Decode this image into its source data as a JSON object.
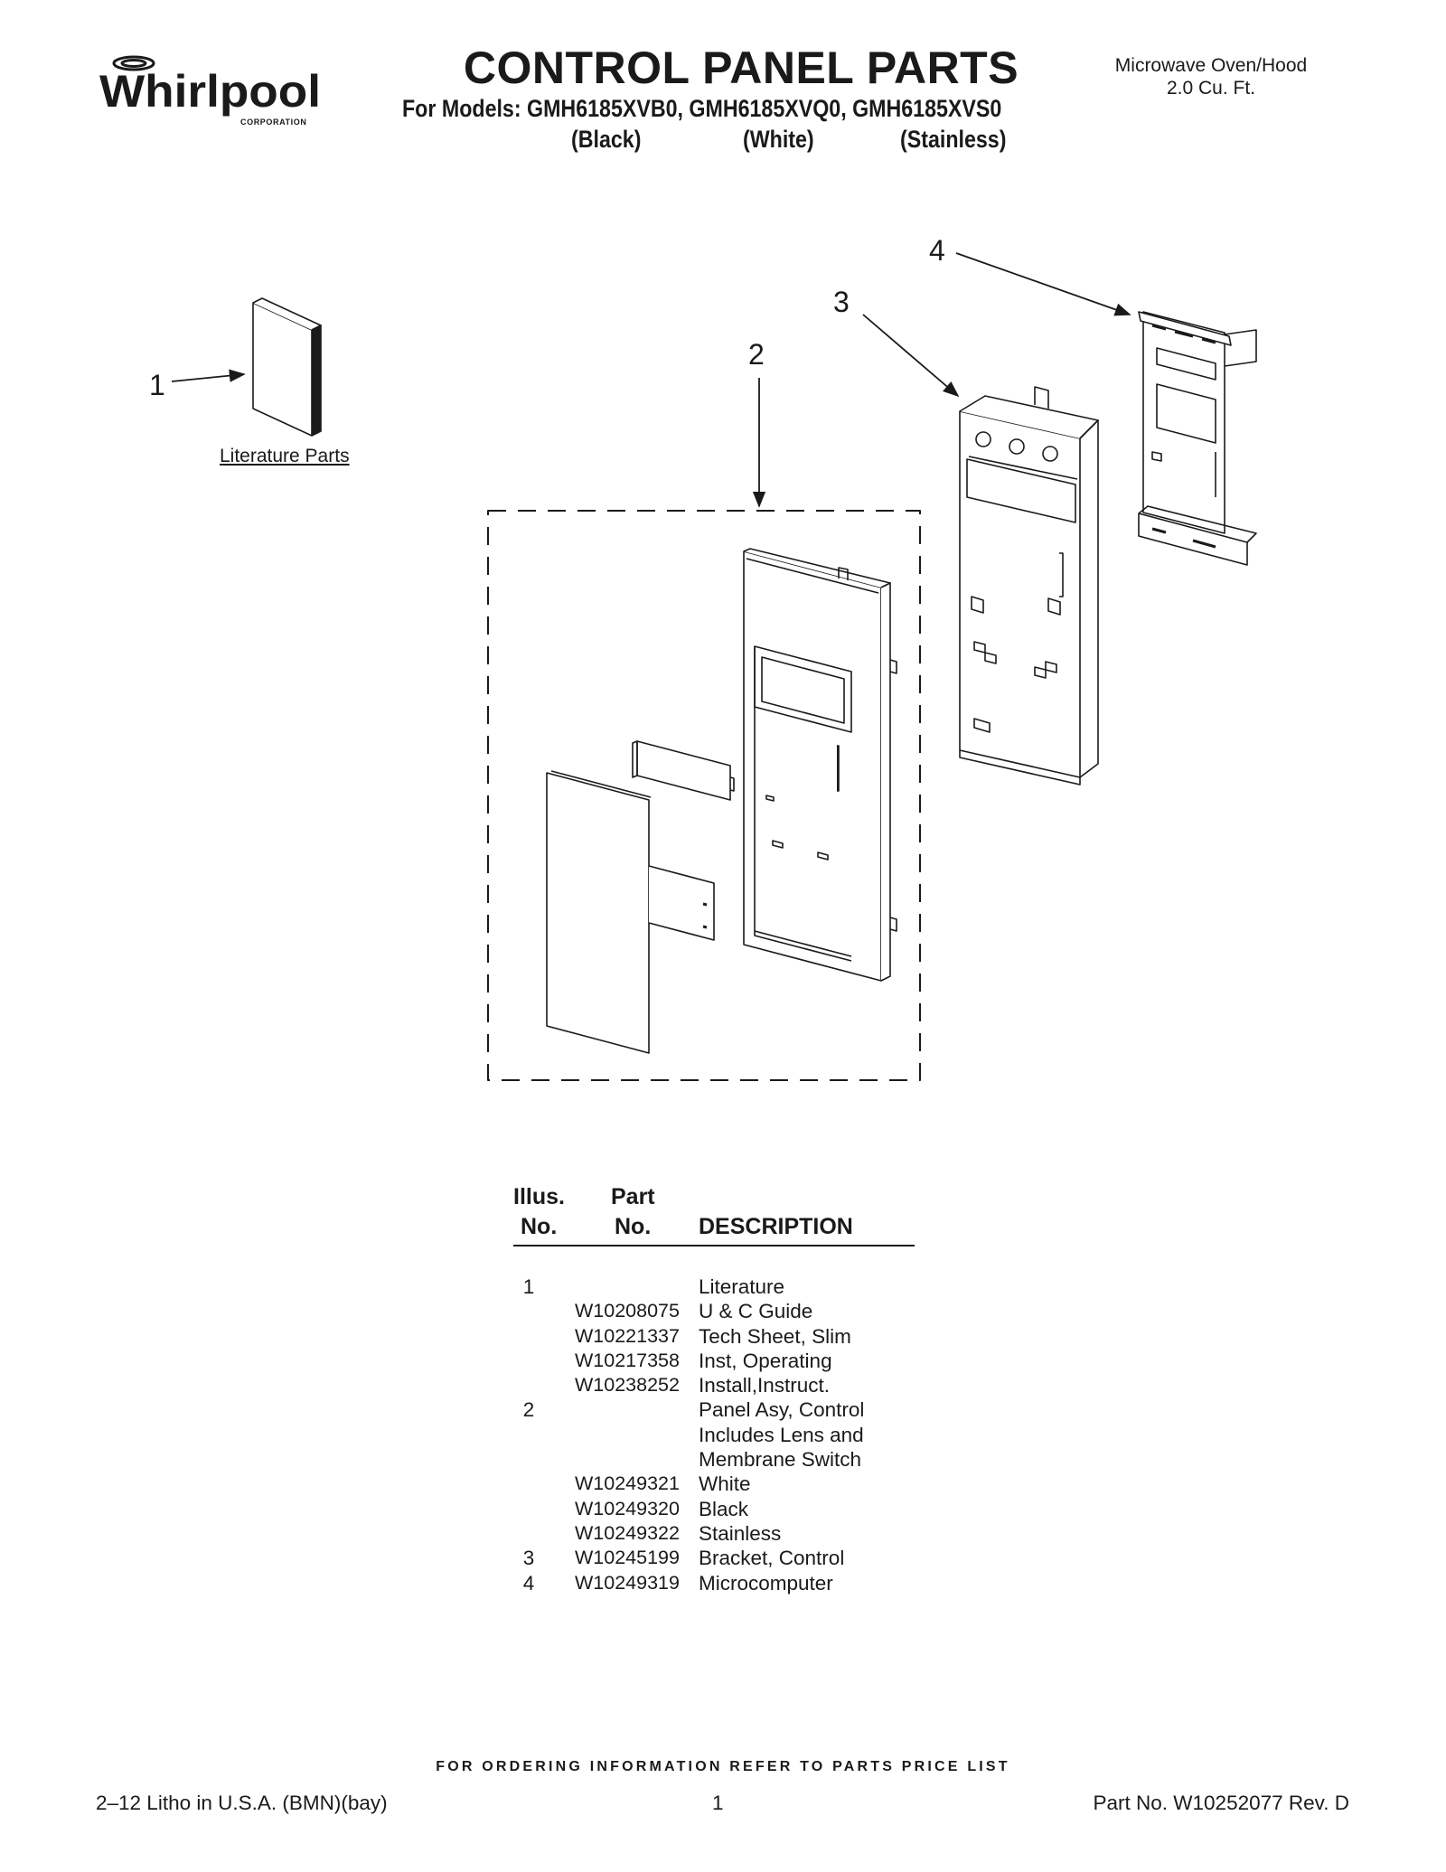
{
  "header": {
    "brand": "Whirlpool",
    "brand_sub": "CORPORATION",
    "title": "CONTROL PANEL PARTS",
    "models_line": "For Models: GMH6185XVB0, GMH6185XVQ0, GMH6185XVS0",
    "colors": [
      "(Black)",
      "(White)",
      "(Stainless)"
    ],
    "product_line1": "Microwave Oven/Hood",
    "product_line2": "2.0 Cu. Ft."
  },
  "diagram": {
    "callouts": [
      "1",
      "2",
      "3",
      "4"
    ],
    "literature_label": "Literature Parts"
  },
  "table": {
    "head_illus_1": "Illus.",
    "head_illus_2": "No.",
    "head_part_1": "Part",
    "head_part_2": "No.",
    "head_desc": "DESCRIPTION",
    "rows": [
      {
        "illus": "1",
        "part": "",
        "desc": "Literature"
      },
      {
        "illus": "",
        "part": "W10208075",
        "desc": "U & C Guide"
      },
      {
        "illus": "",
        "part": "W10221337",
        "desc": "Tech Sheet, Slim"
      },
      {
        "illus": "",
        "part": "W10217358",
        "desc": "Inst, Operating"
      },
      {
        "illus": "",
        "part": "W10238252",
        "desc": "Install,Instruct."
      },
      {
        "illus": "2",
        "part": "",
        "desc": "Panel Asy, Control"
      },
      {
        "illus": "",
        "part": "",
        "desc": "Includes Lens and"
      },
      {
        "illus": "",
        "part": "",
        "desc": "Membrane Switch"
      },
      {
        "illus": "",
        "part": "W10249321",
        "desc": "White"
      },
      {
        "illus": "",
        "part": "W10249320",
        "desc": "Black"
      },
      {
        "illus": "",
        "part": "W10249322",
        "desc": "Stainless"
      },
      {
        "illus": "3",
        "part": "W10245199",
        "desc": "Bracket, Control"
      },
      {
        "illus": "4",
        "part": "W10249319",
        "desc": "Microcomputer"
      }
    ]
  },
  "footer": {
    "ordering": "FOR ORDERING INFORMATION REFER TO PARTS PRICE LIST",
    "litho": "2–12 Litho in U.S.A. (BMN)(bay)",
    "page": "1",
    "part_no": "Part No. W10252077 Rev. D"
  }
}
